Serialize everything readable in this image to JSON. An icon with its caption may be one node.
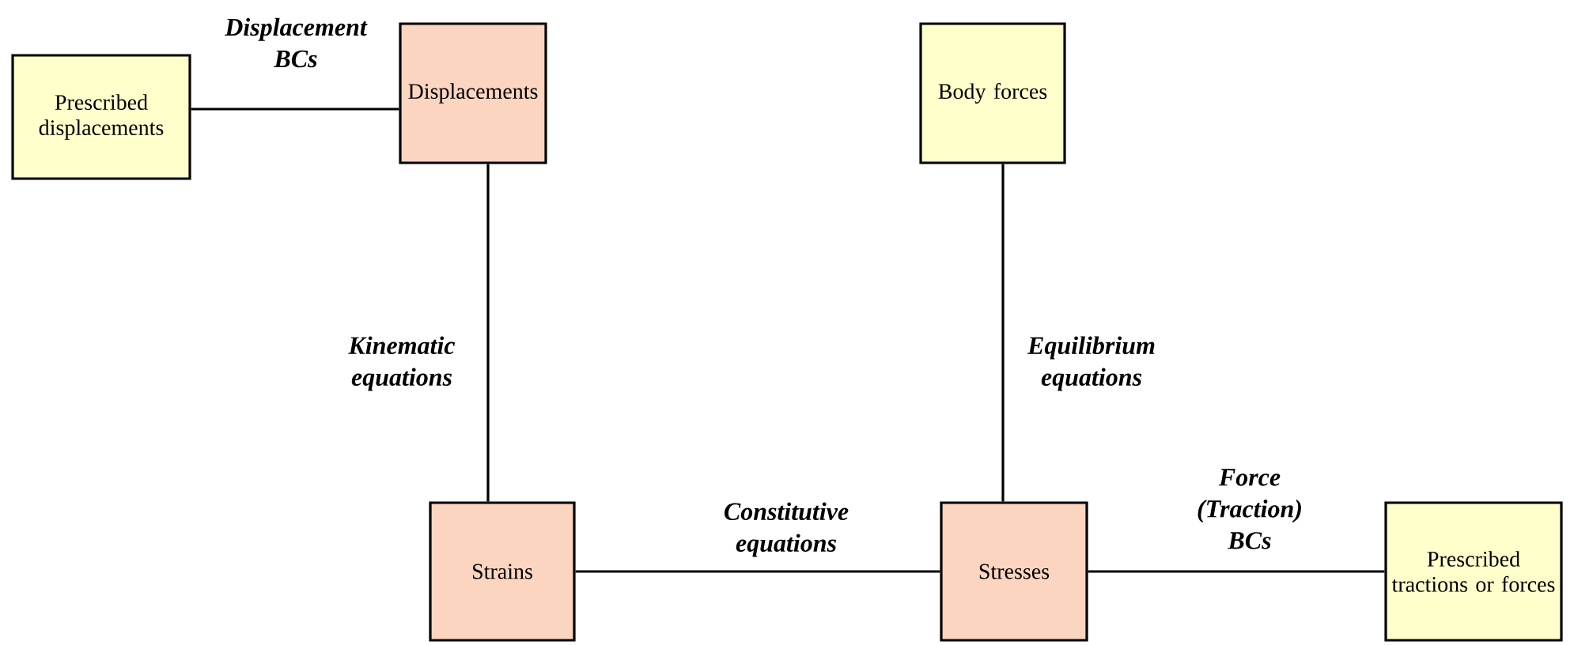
{
  "diagram": {
    "nodes": [
      {
        "text": [
          "Prescribed displacements"
        ]
      },
      {
        "text": [
          "Displacements"
        ]
      },
      {
        "text": [
          "Body forces"
        ]
      },
      {
        "text": [
          "Strains"
        ]
      },
      {
        "text": [
          "Stresses"
        ]
      },
      {
        "text": [
          "Prescribed tractions or forces"
        ]
      }
    ],
    "edges": [
      {
        "from": 0,
        "to": 1,
        "arrow": "none",
        "label": "Displacement BCs"
      },
      {
        "from": 1,
        "to": 3,
        "arrow": "none",
        "label": "Kinematic equations"
      },
      {
        "from": 3,
        "to": 4,
        "arrow": "none",
        "label": "Constitutive equations"
      },
      {
        "from": 2,
        "to": 4,
        "arrow": "none",
        "label": "Equilibrium equations"
      },
      {
        "from": 4,
        "to": 5,
        "arrow": "none",
        "label": "Force (Traction) BCs"
      }
    ]
  }
}
